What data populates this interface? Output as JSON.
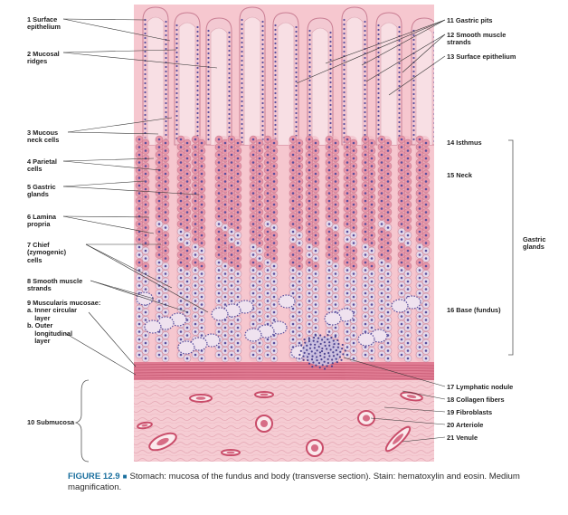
{
  "labels_left": [
    {
      "id": "l1",
      "lines": [
        "1 Surface",
        "epithelium"
      ]
    },
    {
      "id": "l2",
      "lines": [
        "2 Mucosal",
        "ridges"
      ]
    },
    {
      "id": "l3",
      "lines": [
        "3 Mucous",
        "neck cells"
      ]
    },
    {
      "id": "l4",
      "lines": [
        "4 Parietal",
        "cells"
      ]
    },
    {
      "id": "l5",
      "lines": [
        "5 Gastric",
        "glands"
      ]
    },
    {
      "id": "l6",
      "lines": [
        "6 Lamina",
        "propria"
      ]
    },
    {
      "id": "l7",
      "lines": [
        "7 Chief",
        "(zymogenic)",
        "cells"
      ]
    },
    {
      "id": "l8",
      "lines": [
        "8 Smooth muscle",
        "strands"
      ]
    },
    {
      "id": "l9",
      "lines": [
        "9 Muscularis mucosae:",
        "a. Inner circular",
        "    layer",
        "b. Outer",
        "    longitudinal",
        "    layer"
      ]
    },
    {
      "id": "l10",
      "lines": [
        "10 Submucosa"
      ]
    }
  ],
  "labels_right": [
    {
      "id": "r11",
      "lines": [
        "11 Gastric pits"
      ]
    },
    {
      "id": "r12",
      "lines": [
        "12 Smooth muscle",
        "strands"
      ]
    },
    {
      "id": "r13",
      "lines": [
        "13 Surface epithelium"
      ]
    },
    {
      "id": "r14",
      "lines": [
        "14 Isthmus"
      ]
    },
    {
      "id": "r15",
      "lines": [
        "15 Neck"
      ]
    },
    {
      "id": "rg",
      "lines": [
        "Gastric",
        "glands"
      ]
    },
    {
      "id": "r16",
      "lines": [
        "16 Base (fundus)"
      ]
    },
    {
      "id": "r17",
      "lines": [
        "17 Lymphatic nodule"
      ]
    },
    {
      "id": "r18",
      "lines": [
        "18 Collagen fibers"
      ]
    },
    {
      "id": "r19",
      "lines": [
        "19 Fibroblasts"
      ]
    },
    {
      "id": "r20",
      "lines": [
        "20 Arteriole"
      ]
    },
    {
      "id": "r21",
      "lines": [
        "21 Venule"
      ]
    }
  ],
  "caption": {
    "figure": "FIGURE 12.9",
    "marker": "■",
    "text": "Stomach: mucosa of the fundus and body (transverse section). Stain: hematoxylin and eosin. Medium magnification."
  },
  "colors": {
    "epithelium": "#f3c9d2",
    "lamina": "#f6c7cf",
    "parietal": "#e896a9",
    "nucleus": "#5a4f9e",
    "chief_fill": "#e5d9ea",
    "muscularis": "#e07c93",
    "submucosa": "#f5ccd3",
    "vessel": "#c94d6a",
    "leader": "#333333"
  }
}
